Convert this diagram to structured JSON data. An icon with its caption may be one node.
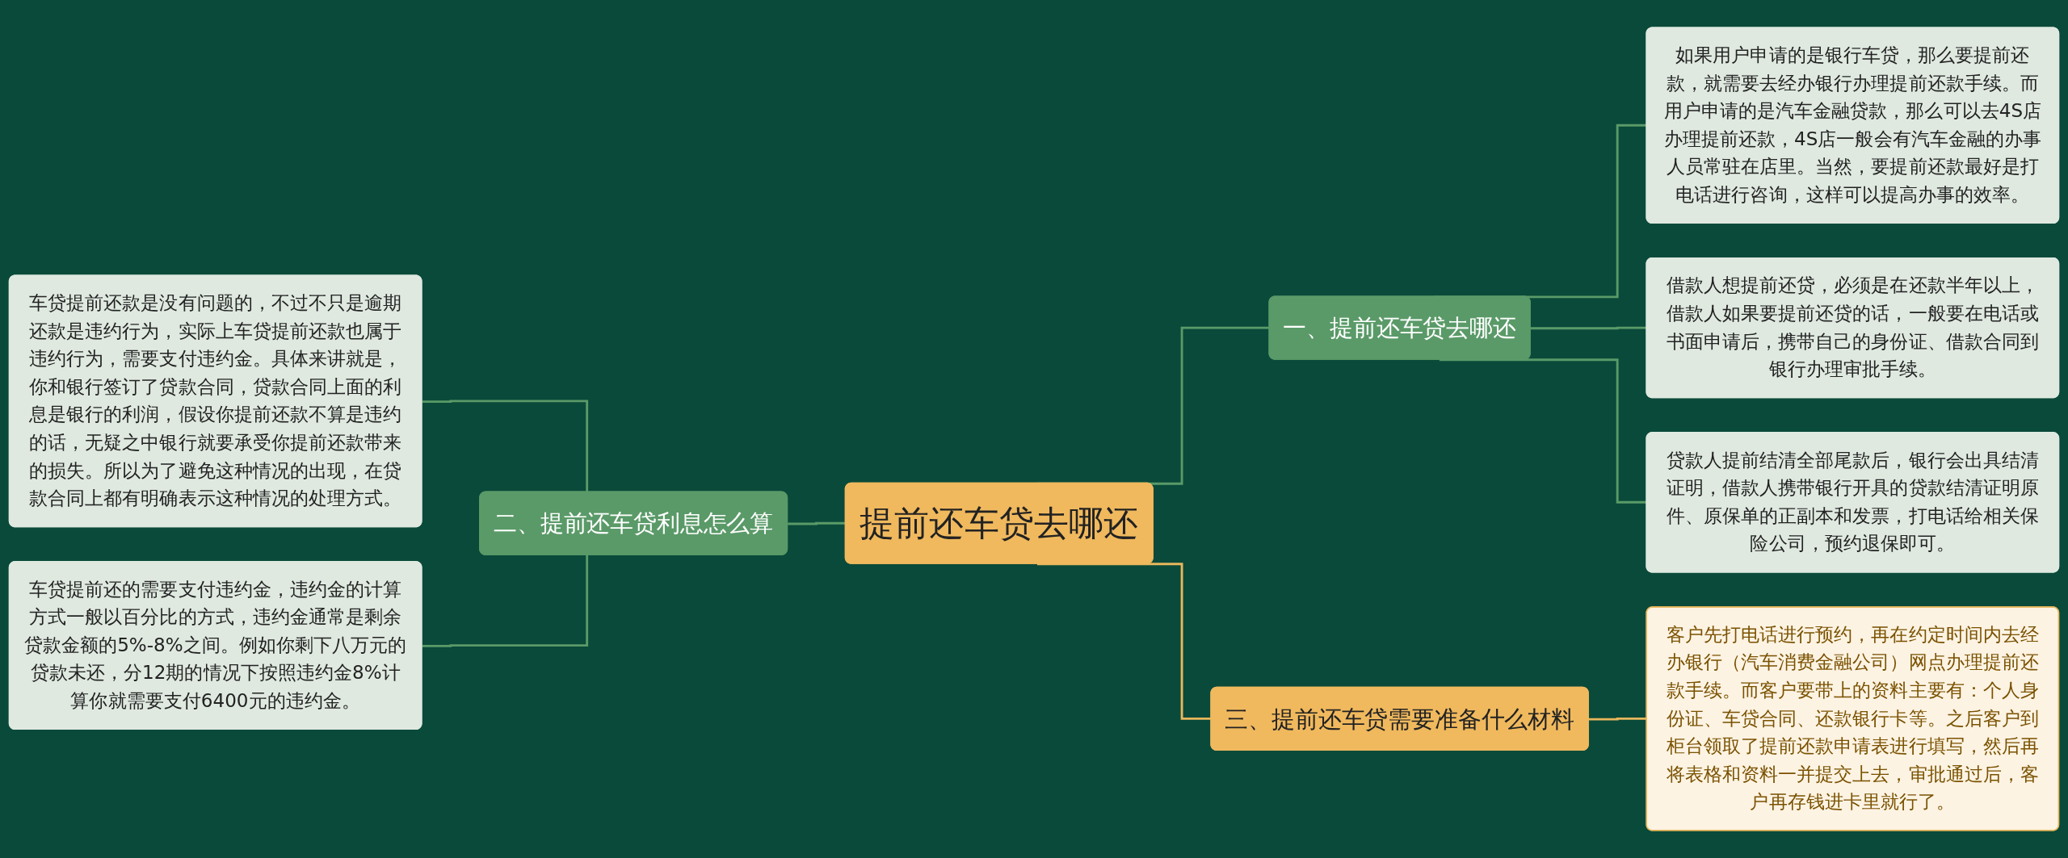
{
  "diagram": {
    "nodes": [
      {
        "text": [
          "提前还车贷去哪还"
        ]
      },
      {
        "text": [
          "一、提前还车贷去哪还"
        ]
      },
      {
        "text": [
          "如果用户申请的是银行车贷，那么要提前还款，就需要去经办银行办理提前还款手续。而用户申请的是汽车金融贷款，那么可以去4S店办理提前还款，4S店一般会有汽车金融的办事人员常驻在店里。当然，要提前还款最好是打电话进行咨询，这样可以提高办事的效率。"
        ]
      },
      {
        "text": [
          "借款人想提前还贷，必须是在还款半年以上，借款人如果要提前还贷的话，一般要在电话或书面申请后，携带自己的身份证、借款合同到银行办理审批手续。"
        ]
      },
      {
        "text": [
          "贷款人提前结清全部尾款后，银行会出具结清证明，借款人携带银行开具的贷款结清证明原件、原保单的正副本和发票，打电话给相关保险公司，预约退保即可。"
        ]
      },
      {
        "text": [
          "二、提前还车贷利息怎么算"
        ]
      },
      {
        "text": [
          "车贷提前还款是没有问题的，不过不只是逾期还款是违约行为，实际上车贷提前还款也属于违约行为，需要支付违约金。具体来讲就是，你和银行签订了贷款合同，贷款合同上面的利息是银行的利润，假设你提前还款不算是违约的话，无疑之中银行就要承受你提前还款带来的损失。所以为了避免这种情况的出现，在贷款合同上都有明确表示这种情况的处理方式。"
        ]
      },
      {
        "text": [
          "车贷提前还的需要支付违约金，违约金的计算方式一般以百分比的方式，违约金通常是剩余贷款金额的5%-8%之间。例如你剩下八万元的贷款未还，分12期的情况下按照违约金8%计算你就需要支付6400元的违约金。"
        ]
      },
      {
        "text": [
          "三、提前还车贷需要准备什么材料"
        ]
      },
      {
        "text": [
          "客户先打电话进行预约，再在约定时间内去经办银行（汽车消费金融公司）网点办理提前还款手续。而客户要带上的资料主要有：个人身份证、车贷合同、还款银行卡等。之后客户到柜台领取了提前还款申请表进行填写，然后再将表格和资料一并提交上去，审批通过后，客户再存钱进卡里就行了。"
        ]
      }
    ],
    "edges": [
      {
        "from": 0,
        "to": 1,
        "arrow": "none"
      },
      {
        "from": 1,
        "to": 2,
        "arrow": "none"
      },
      {
        "from": 1,
        "to": 3,
        "arrow": "none"
      },
      {
        "from": 1,
        "to": 4,
        "arrow": "none"
      },
      {
        "from": 6,
        "to": 5,
        "arrow": "none"
      },
      {
        "from": 7,
        "to": 5,
        "arrow": "none"
      },
      {
        "from": 5,
        "to": 0,
        "arrow": "none"
      },
      {
        "from": 0,
        "to": 8,
        "arrow": "none",
        "color": "#e8b75c"
      },
      {
        "from": 8,
        "to": 9,
        "arrow": "none",
        "color": "#e8b75c"
      }
    ]
  }
}
